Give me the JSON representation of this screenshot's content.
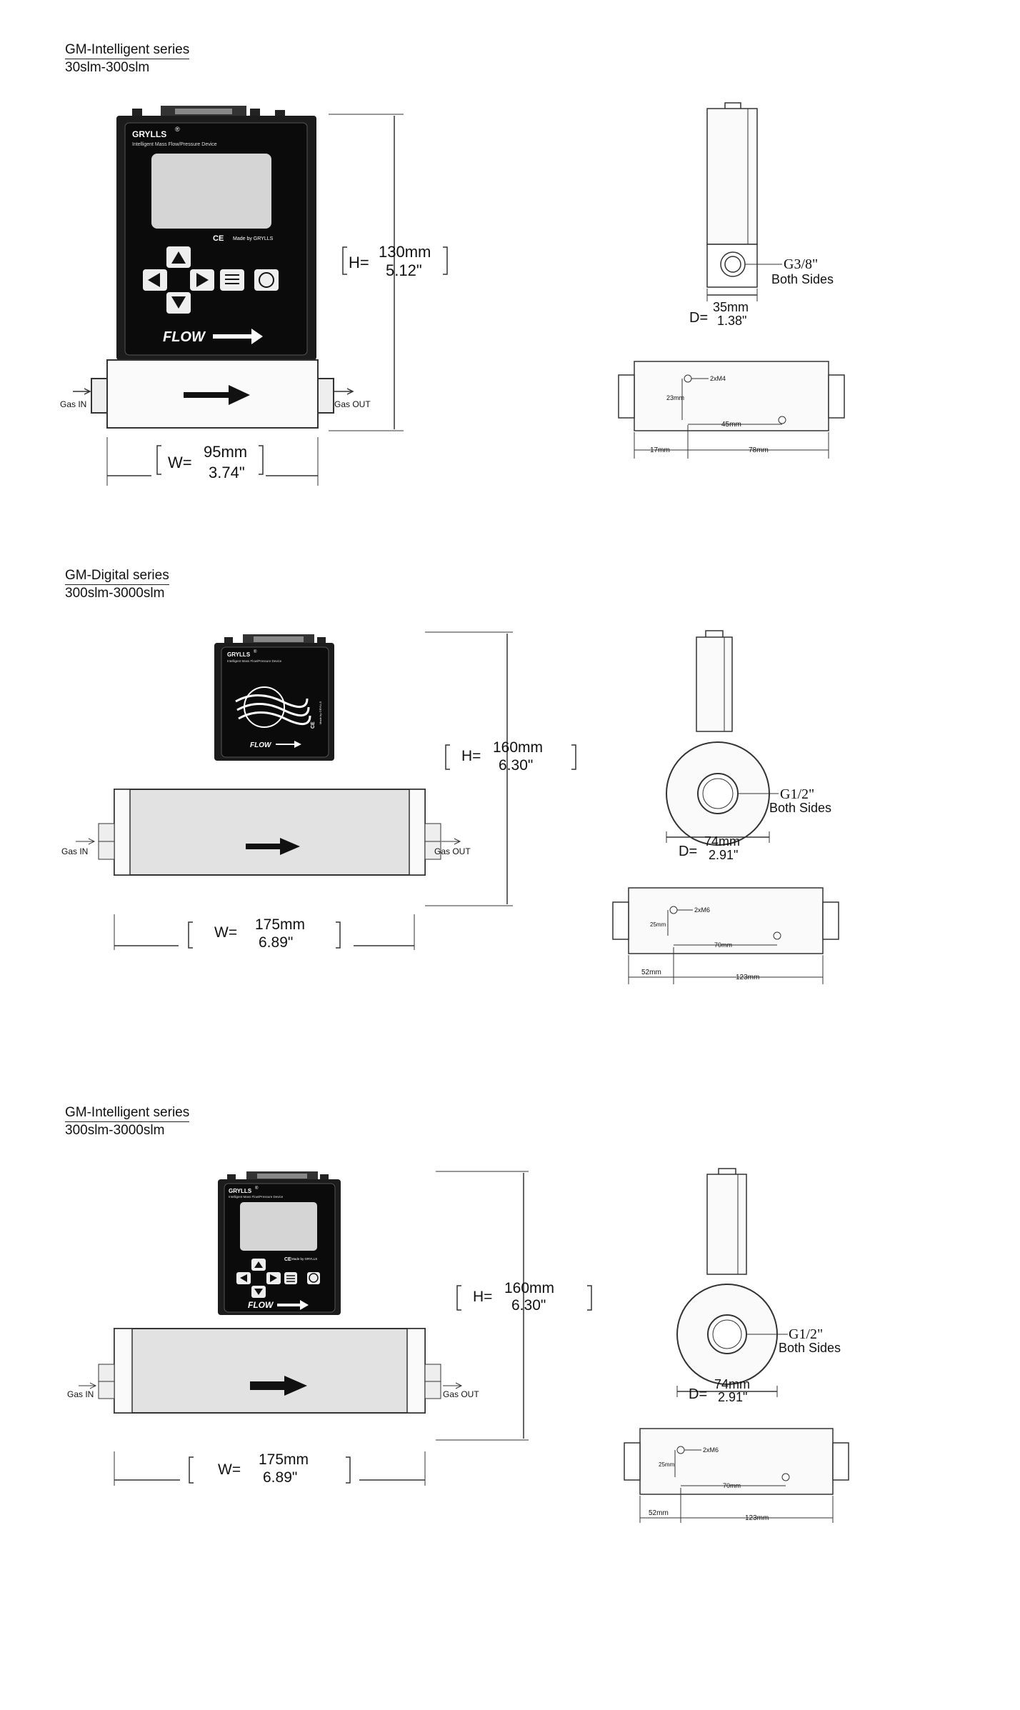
{
  "sections": [
    {
      "series": "GM-Intelligent series",
      "range": "30slm-300slm",
      "device": {
        "brand": "GRYLLS",
        "brand_mark": "®",
        "subtitle": "Intelligent Mass Flow/Pressure Device",
        "ce": "CE",
        "made_by": "Made by GRYLLS",
        "flow": "FLOW"
      },
      "gas_in": "Gas IN",
      "gas_out": "Gas OUT",
      "height": {
        "prefix": "H=",
        "mm": "130mm",
        "inch": "5.12\""
      },
      "width": {
        "prefix": "W=",
        "mm": "95mm",
        "inch": "3.74\""
      },
      "depth": {
        "prefix": "D=",
        "mm": "35mm",
        "inch": "1.38\""
      },
      "thread": {
        "size": "G3/8\"",
        "note": "Both Sides"
      },
      "bottom": {
        "holes": "2xM4",
        "v": "23mm",
        "h": "45mm",
        "left": "17mm",
        "right": "78mm"
      }
    },
    {
      "series": "GM-Digital series",
      "range": "300slm-3000slm",
      "device": {
        "brand": "GRYLLS",
        "brand_mark": "®",
        "subtitle": "Intelligent Mass Flow/Pressure Device",
        "ce": "CE",
        "made_by": "Made by GRYLLS",
        "flow": "FLOW"
      },
      "gas_in": "Gas IN",
      "gas_out": "Gas OUT",
      "height": {
        "prefix": "H=",
        "mm": "160mm",
        "inch": "6.30\""
      },
      "width": {
        "prefix": "W=",
        "mm": "175mm",
        "inch": "6.89\""
      },
      "depth": {
        "prefix": "D=",
        "mm": "74mm",
        "inch": "2.91\""
      },
      "thread": {
        "size": "G1/2\"",
        "note": "Both Sides"
      },
      "bottom": {
        "holes": "2xM6",
        "v": "25mm",
        "h": "70mm",
        "left": "52mm",
        "right": "123mm"
      }
    },
    {
      "series": "GM-Intelligent series",
      "range": "300slm-3000slm",
      "device": {
        "brand": "GRYLLS",
        "brand_mark": "®",
        "subtitle": "Intelligent Mass Flow/Pressure Device",
        "ce": "CE",
        "made_by": "Made by GRYLLS",
        "flow": "FLOW"
      },
      "gas_in": "Gas IN",
      "gas_out": "Gas OUT",
      "height": {
        "prefix": "H=",
        "mm": "160mm",
        "inch": "6.30\""
      },
      "width": {
        "prefix": "W=",
        "mm": "175mm",
        "inch": "6.89\""
      },
      "depth": {
        "prefix": "D=",
        "mm": "74mm",
        "inch": "2.91\""
      },
      "thread": {
        "size": "G1/2\"",
        "note": "Both Sides"
      },
      "bottom": {
        "holes": "2xM6",
        "v": "25mm",
        "h": "70mm",
        "left": "52mm",
        "right": "123mm"
      }
    }
  ]
}
